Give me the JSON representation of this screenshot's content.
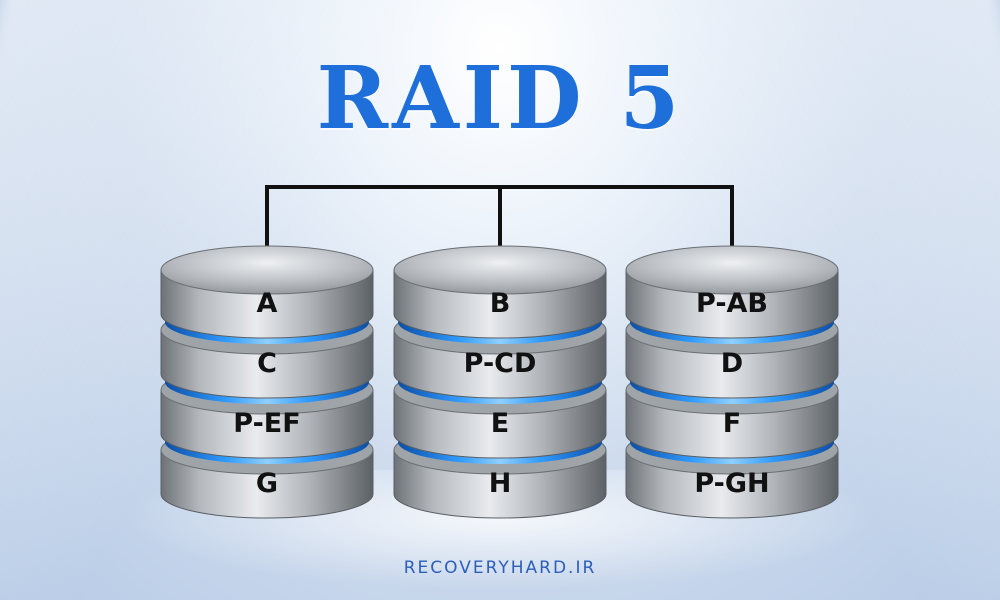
{
  "title": "RAID 5",
  "footer": "RECOVERYHARD.IR",
  "colors": {
    "title": "#1e6fd9",
    "ring": "#1a8cff",
    "disk": "#a9adb2",
    "connector": "#111111"
  },
  "icons": [
    "database-stack-icon"
  ],
  "disks": [
    {
      "name": "disk-1",
      "blocks": [
        "A",
        "C",
        "P-EF",
        "G"
      ]
    },
    {
      "name": "disk-2",
      "blocks": [
        "B",
        "P-CD",
        "E",
        "H"
      ]
    },
    {
      "name": "disk-3",
      "blocks": [
        "P-AB",
        "D",
        "F",
        "P-GH"
      ]
    }
  ]
}
